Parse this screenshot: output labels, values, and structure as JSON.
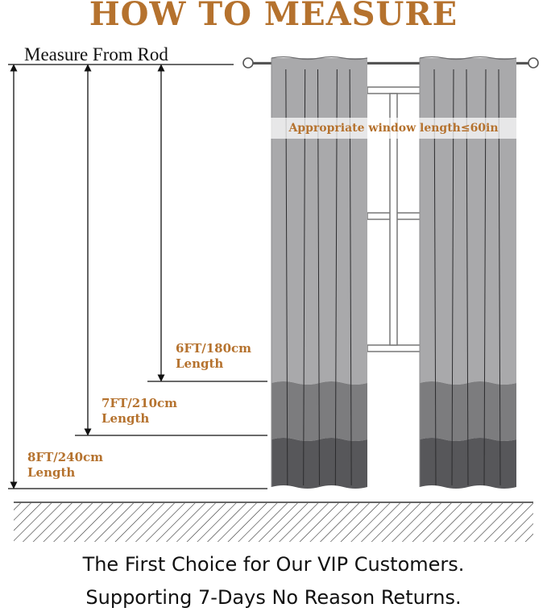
{
  "title": "HOW TO MEASURE",
  "rod_label": "Measure From Rod",
  "window_note": "Appropriate window length≤60in",
  "lengths": [
    {
      "size": "6FT/180cm",
      "word": "Length"
    },
    {
      "size": "7FT/210cm",
      "word": "Length"
    },
    {
      "size": "8FT/240cm",
      "word": "Length"
    }
  ],
  "footer": {
    "line1": "The First Choice for Our VIP Customers.",
    "line2": "Supporting 7-Days No Reason Returns."
  },
  "colors": {
    "accent": "#B5722E",
    "curtain_light": "#A9A9AB",
    "curtain_mid": "#7C7C7E",
    "curtain_dark": "#57575A",
    "line": "#111111"
  }
}
